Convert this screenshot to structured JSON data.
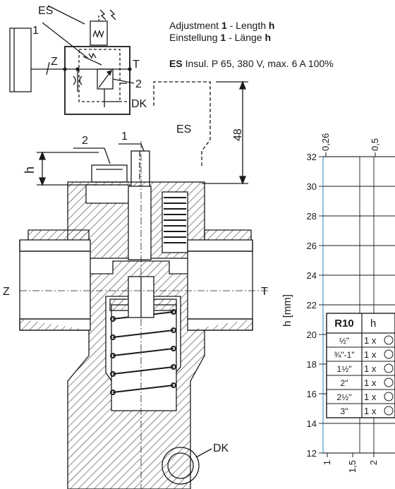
{
  "header": {
    "line1_prefix": "Adjustment ",
    "line1_num": "1",
    "line1_mid": " - Length ",
    "line1_var": "h",
    "line2_prefix": "Einstellung ",
    "line2_num": "1",
    "line2_mid": " - Länge ",
    "line2_var": "h",
    "es_label": "ES",
    "es_text": " Insul. P 65, 380 V, max. 6 A 100%"
  },
  "schematic": {
    "es": "ES",
    "one": "1",
    "two": "2",
    "z": "Z",
    "t": "T",
    "dk": "DK"
  },
  "section": {
    "label_2": "2",
    "label_1": "1",
    "h": "h",
    "es": "ES",
    "dim_48": "48",
    "z": "Z",
    "t": "T",
    "dk": "DK"
  },
  "chart_data": {
    "type": "table",
    "ylabel": "h [mm]",
    "y_ticks": [
      "32",
      "30",
      "28",
      "26",
      "24",
      "22",
      "20",
      "18",
      "16",
      "14",
      "12"
    ],
    "top_ticks": [
      "0,26",
      "0,5"
    ],
    "bottom_ticks": [
      "1",
      "1,5",
      "2"
    ],
    "ylim": [
      12,
      32
    ],
    "table_headers": [
      "R10",
      "h"
    ],
    "table_rows": [
      {
        "size": "½\"",
        "h": "1 x"
      },
      {
        "size": "¾\"-1\"",
        "h": "1 x"
      },
      {
        "size": "1½\"",
        "h": "1 x"
      },
      {
        "size": "2\"",
        "h": "1 x"
      },
      {
        "size": "2½\"",
        "h": "1 x"
      },
      {
        "size": "3\"",
        "h": "1 x"
      }
    ],
    "colors": {
      "grid": "#1a1a1a",
      "frame": "#4a9bd1"
    }
  }
}
